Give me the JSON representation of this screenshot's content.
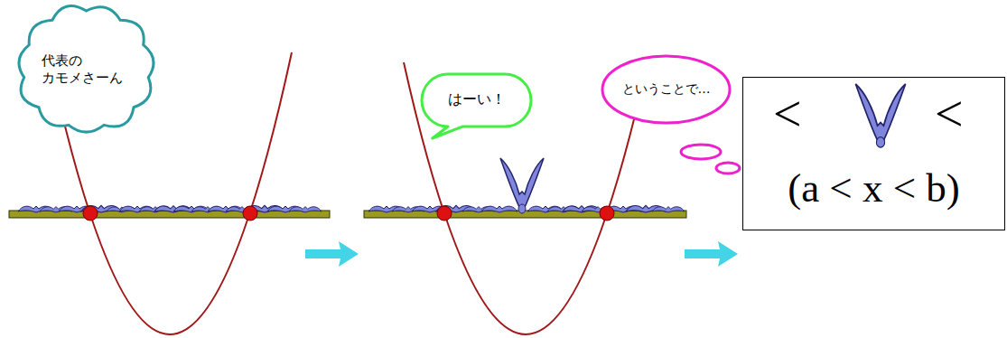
{
  "diagram": {
    "nodes": [
      {
        "text": [
          "代表の カモメさーん"
        ]
      },
      {
        "text": [
          "はーい！"
        ]
      },
      {
        "text": [
          "ということで…"
        ]
      },
      {
        "text": [
          "<",
          "<",
          "(a < x < b)"
        ]
      }
    ]
  }
}
